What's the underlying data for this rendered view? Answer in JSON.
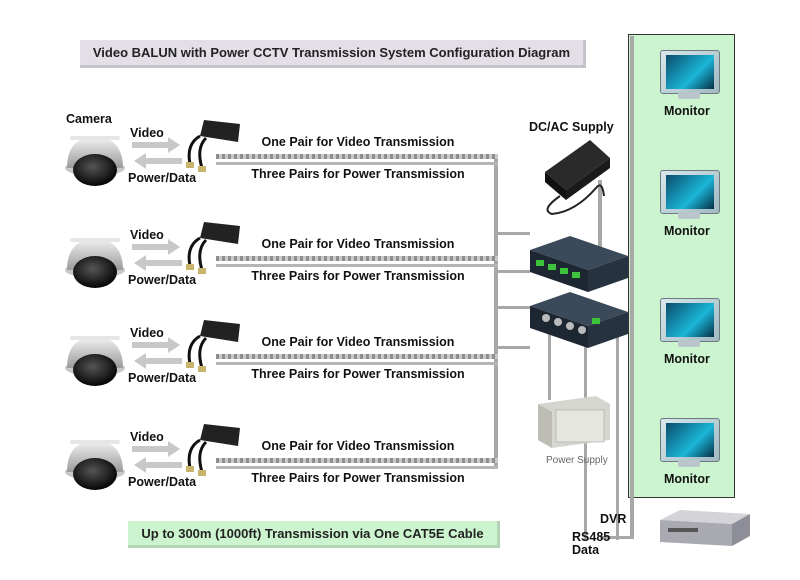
{
  "title": "Video BALUN with Power CCTV Transmission System Configuration Diagram",
  "camera_label": "Camera",
  "channels": [
    {
      "video": "Video",
      "power": "Power/Data",
      "video_tx": "One Pair for Video Transmission",
      "power_tx": "Three Pairs for Power Transmission"
    },
    {
      "video": "Video",
      "power": "Power/Data",
      "video_tx": "One Pair for Video Transmission",
      "power_tx": "Three Pairs for Power Transmission"
    },
    {
      "video": "Video",
      "power": "Power/Data",
      "video_tx": "One Pair for Video Transmission",
      "power_tx": "Three Pairs for Power Transmission"
    },
    {
      "video": "Video",
      "power": "Power/Data",
      "video_tx": "One Pair for Video Transmission",
      "power_tx": "Three Pairs for Power Transmission"
    }
  ],
  "supply_label": "DC/AC Supply",
  "power_supply_label": "Power Supply",
  "monitors": [
    "Monitor",
    "Monitor",
    "Monitor",
    "Monitor"
  ],
  "dvr_label": "DVR",
  "rs485_label": "RS485",
  "data_label": "Data",
  "footer": "Up to 300m (1000ft) Transmission via One CAT5E Cable"
}
